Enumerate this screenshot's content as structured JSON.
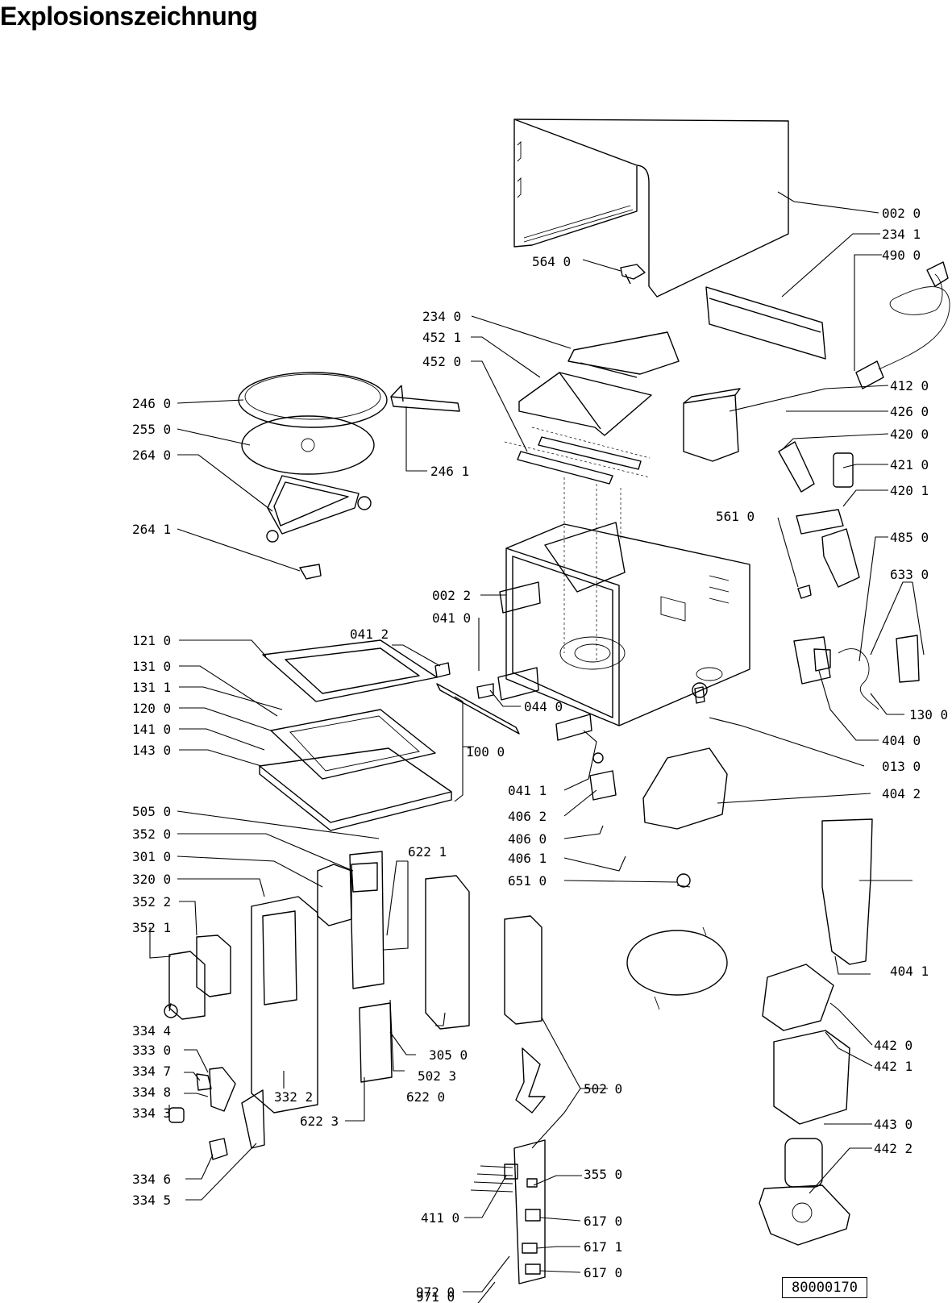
{
  "title": "Explosionszeichnung",
  "drawing_code": "80000170",
  "callouts": [
    "002 0",
    "234 1",
    "490 0",
    "564 0",
    "234 0",
    "452 1",
    "452 0",
    "412 0",
    "426 0",
    "420 0",
    "421 0",
    "420 1",
    "485 0",
    "633 0",
    "561 0",
    "246 0",
    "255 0",
    "264 0",
    "246 1",
    "264 1",
    "002 2",
    "041 0",
    "121 0",
    "131 0",
    "131 1",
    "120 0",
    "141 0",
    "143 0",
    "041 2",
    "044 0",
    "100 0",
    "130 0",
    "404 0",
    "013 0",
    "404 2",
    "041 1",
    "406 2",
    "406 0",
    "406 1",
    "505 0",
    "352 0",
    "301 0",
    "320 0",
    "352 2",
    "352 1",
    "622 1",
    "651 0",
    "404 1",
    "442 0",
    "442 1",
    "334 4",
    "333 0",
    "334 7",
    "334 8",
    "334 3",
    "305 0",
    "502 3",
    "622 0",
    "502 0",
    "443 0",
    "442 2",
    "332 2",
    "622 3",
    "334 6",
    "334 5",
    "355 0",
    "411 0",
    "617 0",
    "617 1",
    "972 0",
    "617 0",
    "971 0"
  ]
}
